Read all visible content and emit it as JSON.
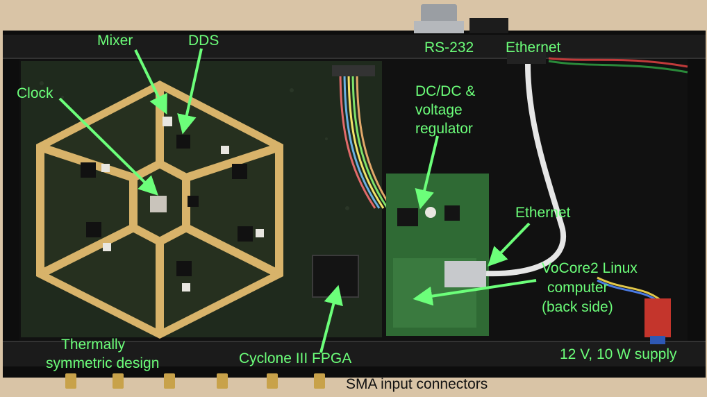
{
  "labels": {
    "mixer": "Mixer",
    "dds": "DDS",
    "clock": "Clock",
    "rs232": "RS-232",
    "ethernet_top": "Ethernet",
    "dcdc_line1": "DC/DC &",
    "dcdc_line2": "voltage",
    "dcdc_line3": "regulator",
    "ethernet_mid": "Ethernet",
    "vocore_line1": "VoCore2 Linux",
    "vocore_line2": "computer",
    "vocore_line3": "(back side)",
    "thermal_line1": "Thermally",
    "thermal_line2": "symmetric design",
    "fpga": "Cyclone III FPGA",
    "supply": "12 V, 10 W supply",
    "sma": "SMA input connectors"
  },
  "colors": {
    "annotation": "#6cff7a",
    "pcb": "#1f2a1d",
    "copper": "#d8b36a",
    "enclosure": "#0d0d0d",
    "background": "#d9c4a6"
  }
}
